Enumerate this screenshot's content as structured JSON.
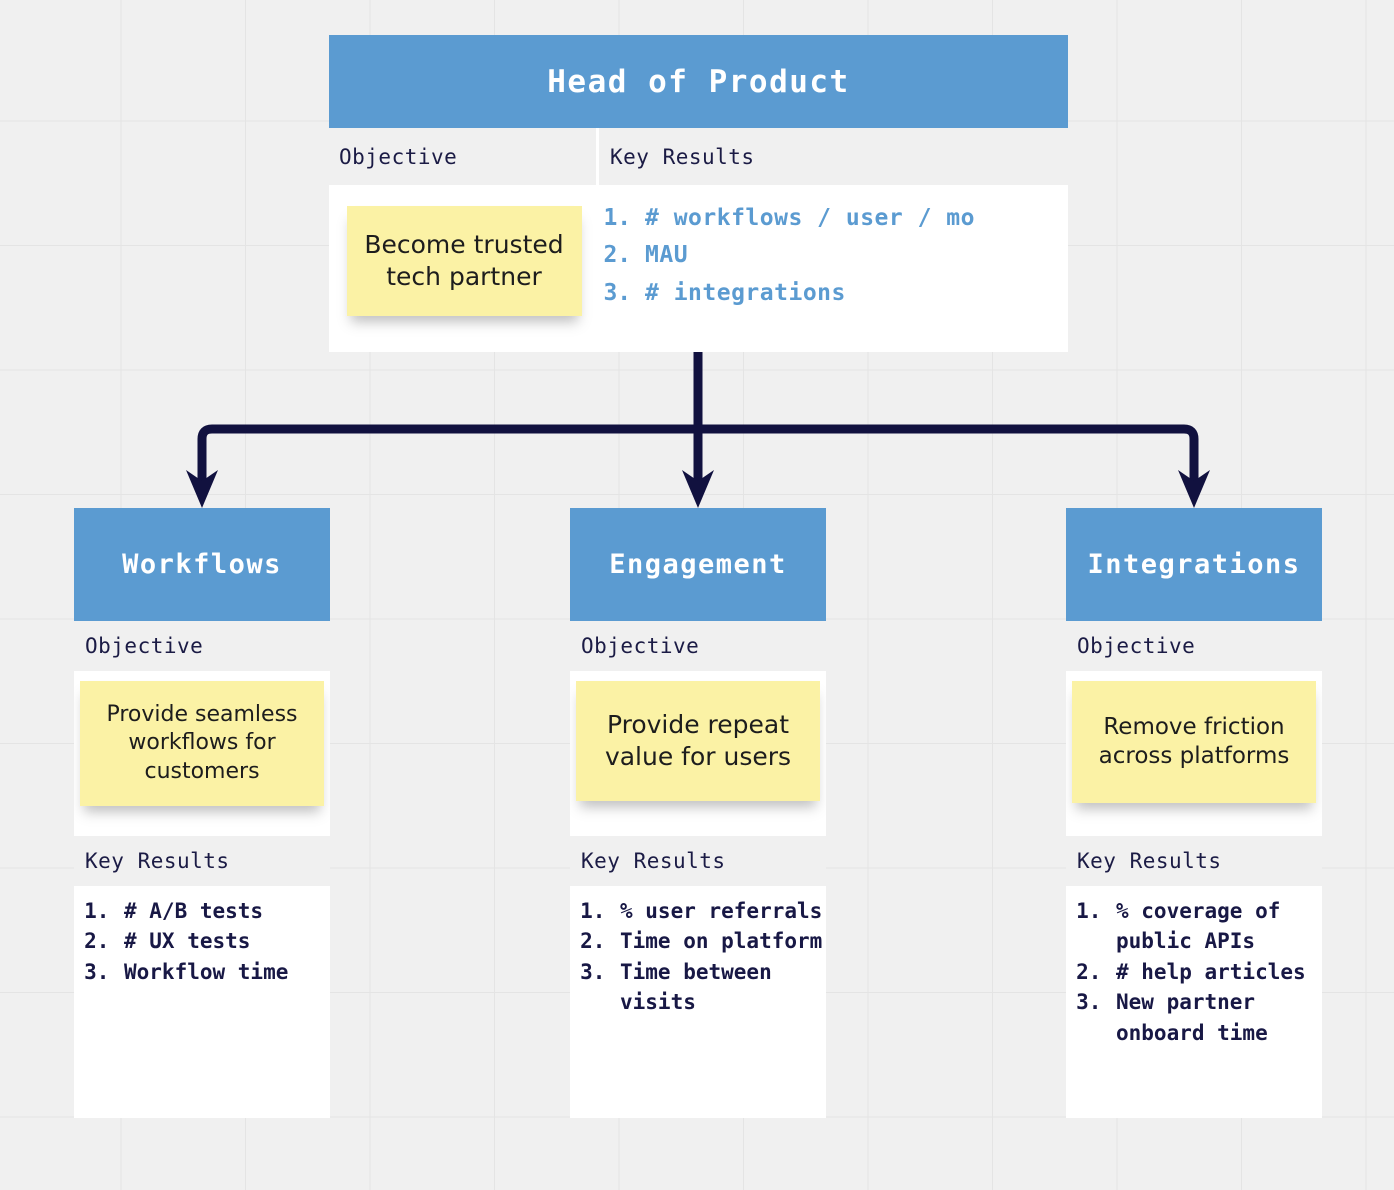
{
  "theme": {
    "accent_blue": "#5b9bd1",
    "sticky_yellow": "#fbf2a5",
    "navy": "#181845",
    "canvas": "#f0f0f0",
    "grid_line": "#e4e4e4",
    "connector": "#11113f"
  },
  "labels": {
    "objective": "Objective",
    "key_results": "Key Results"
  },
  "root": {
    "title": "Head of Product",
    "objective": "Become trusted tech partner",
    "key_results": [
      "# workflows / user / mo",
      "MAU",
      "# integrations"
    ]
  },
  "children": [
    {
      "title": "Workflows",
      "objective": "Provide seamless workflows for customers",
      "key_results": [
        "# A/B tests",
        "# UX tests",
        "Workflow time"
      ]
    },
    {
      "title": "Engagement",
      "objective": "Provide repeat value for users",
      "key_results": [
        "% user referrals",
        "Time on platform",
        "Time between visits"
      ]
    },
    {
      "title": "Integrations",
      "objective": "Remove friction across platforms",
      "key_results": [
        "% coverage of public APIs",
        "# help articles",
        "New partner onboard time"
      ]
    }
  ]
}
